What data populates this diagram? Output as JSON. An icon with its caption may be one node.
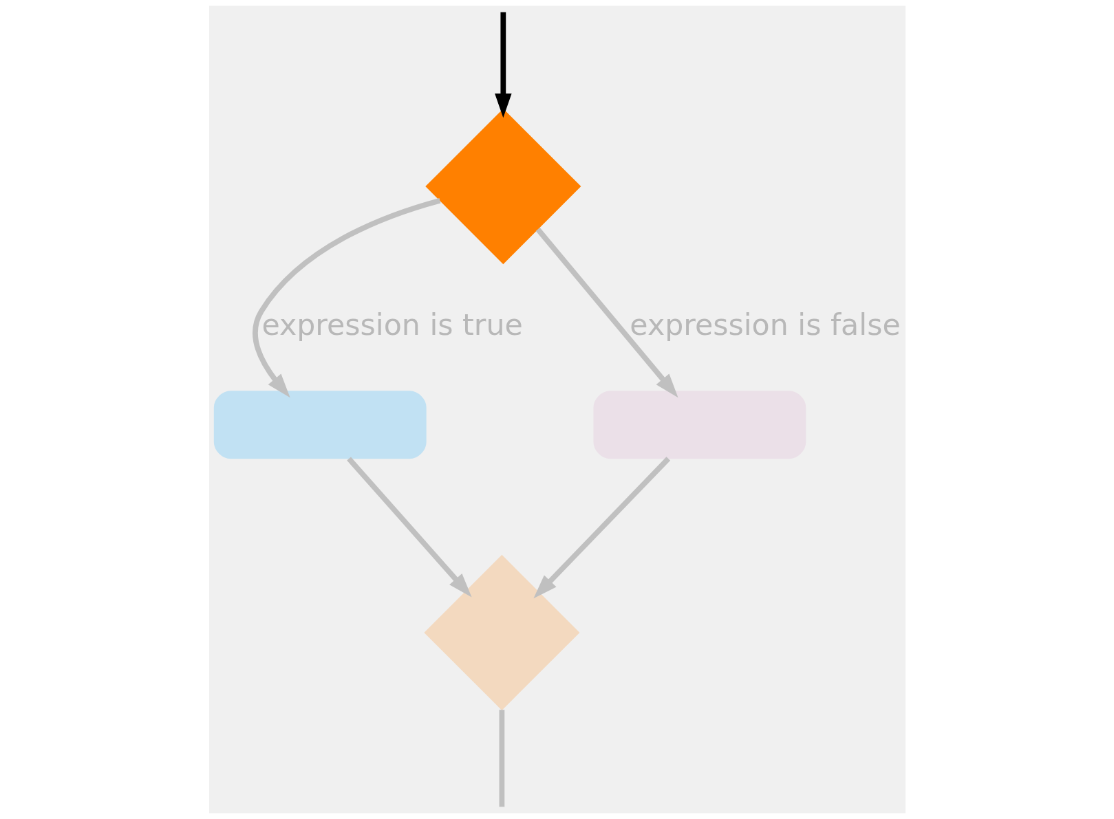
{
  "diagram": {
    "nodes": [
      {
        "text": [],
        "shape": "diamond"
      },
      {
        "text": [],
        "shape": "box"
      },
      {
        "text": [],
        "shape": "box"
      },
      {
        "text": [],
        "shape": "diamond"
      }
    ],
    "edges": [
      {
        "from": null,
        "to": 0,
        "arrow": "to",
        "color": "#000000"
      },
      {
        "from": 0,
        "to": 1,
        "arrow": "to",
        "label": "expression is true"
      },
      {
        "from": 0,
        "to": 2,
        "arrow": "to",
        "label": "expression is false"
      },
      {
        "from": 1,
        "to": 3,
        "arrow": "to"
      },
      {
        "from": 2,
        "to": 3,
        "arrow": "to"
      },
      {
        "from": 3,
        "to": null,
        "arrow": "none"
      }
    ]
  }
}
